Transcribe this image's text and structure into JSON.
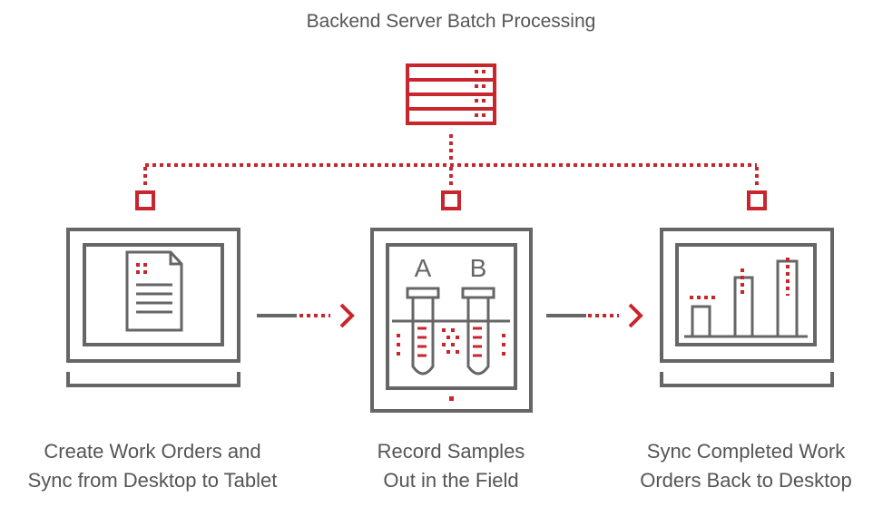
{
  "title": "Backend Server Batch Processing",
  "steps": [
    {
      "line1": "Create Work Orders and",
      "line2": "Sync from Desktop to Tablet"
    },
    {
      "line1": "Record Samples",
      "line2": "Out in the Field"
    },
    {
      "line1": "Sync Completed Work",
      "line2": "Orders Back to Desktop"
    }
  ],
  "tablet": {
    "tube_a_label": "A",
    "tube_b_label": "B"
  },
  "colors": {
    "accent": "#c8252d",
    "stroke": "#666666",
    "text": "#555555"
  }
}
